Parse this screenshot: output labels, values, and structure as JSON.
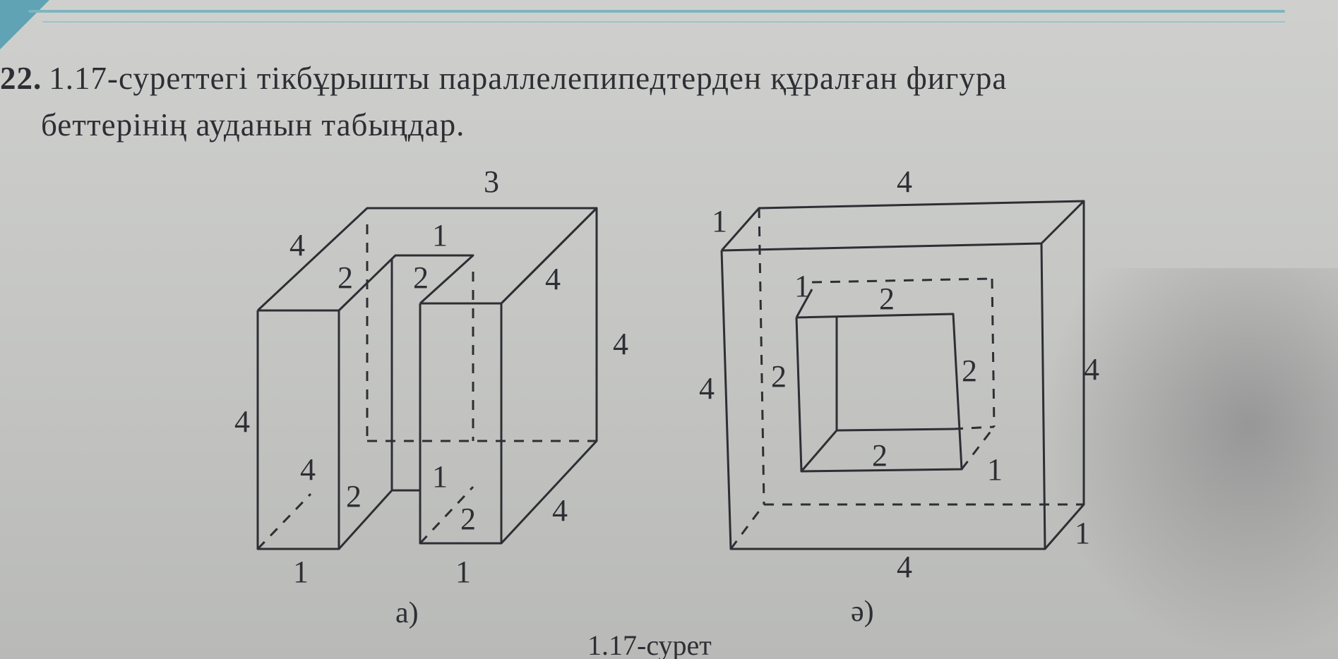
{
  "problem": {
    "number": "22.",
    "line1": "1.17-суреттегі тікбұрышты параллелепипедтерден құралған фигура",
    "line2": "беттерінің ауданын табыңдар."
  },
  "figure_a": {
    "label": "а)",
    "dims": {
      "top": "3",
      "top_depth": "4",
      "top_gap": "1",
      "slot_left": "2",
      "slot_right": "2",
      "right_depth": "4",
      "right_height": "4",
      "left_height": "4",
      "inner_depth": "4",
      "inner_slot": "2",
      "inner_gap": "1",
      "inner_slot_right": "2",
      "front_depth": "4",
      "bottom_left": "1",
      "bottom_right": "1"
    }
  },
  "figure_b": {
    "label": "ә)",
    "dims": {
      "top": "4",
      "top_depth": "1",
      "hole_depth": "1",
      "hole_top": "2",
      "left_outer": "4",
      "left_hole": "2",
      "right_hole": "2",
      "right_outer": "4",
      "hole_bottom": "2",
      "hole_bottom_depth": "1",
      "front_depth": "1",
      "bottom": "4"
    }
  },
  "caption": "1.17-сурет"
}
